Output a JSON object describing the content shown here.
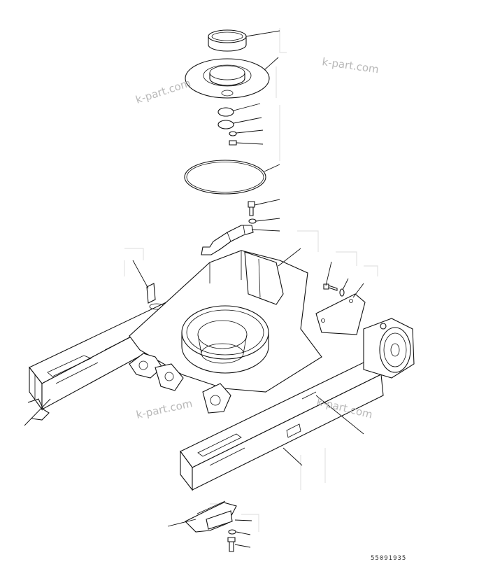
{
  "drawing": {
    "code": "55091935"
  },
  "watermarks": [
    "k-part.com",
    "k-part.com",
    "k-part.com",
    "k-part.com"
  ],
  "colors": {
    "line": "#111111",
    "watermark": "#b8b8b8",
    "background": "#ffffff"
  }
}
